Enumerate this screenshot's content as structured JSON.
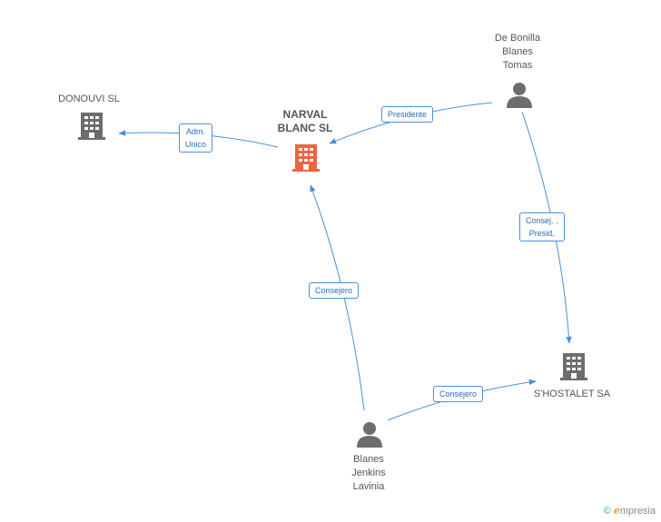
{
  "nodes": {
    "narval": {
      "label_line1": "NARVAL",
      "label_line2": "BLANC SL",
      "color": "#f0643c"
    },
    "donouvi": {
      "label": "DONOUVI SL",
      "color": "#6d6d6d"
    },
    "shostalet": {
      "label": "S'HOSTALET SA",
      "color": "#6d6d6d"
    },
    "debonilla": {
      "label_line1": "De Bonilla",
      "label_line2": "Blanes",
      "label_line3": "Tomas",
      "color": "#6d6d6d"
    },
    "blanes": {
      "label_line1": "Blanes",
      "label_line2": "Jenkins",
      "label_line3": "Lavinia",
      "color": "#6d6d6d"
    }
  },
  "edges": {
    "adm_unico": {
      "line1": "Adm.",
      "line2": "Unico"
    },
    "presidente": {
      "label": "Presidente"
    },
    "consej_presid": {
      "line1": "Consej. ,",
      "line2": "Presid."
    },
    "consejero_narval": {
      "label": "Consejero"
    },
    "consejero_shostalet": {
      "label": "Consejero"
    }
  },
  "brand": {
    "copyright": "©",
    "e": "e",
    "rest": "mpresia"
  },
  "colors": {
    "edge": "#4a90d9",
    "label_text": "#2a6cb8"
  }
}
